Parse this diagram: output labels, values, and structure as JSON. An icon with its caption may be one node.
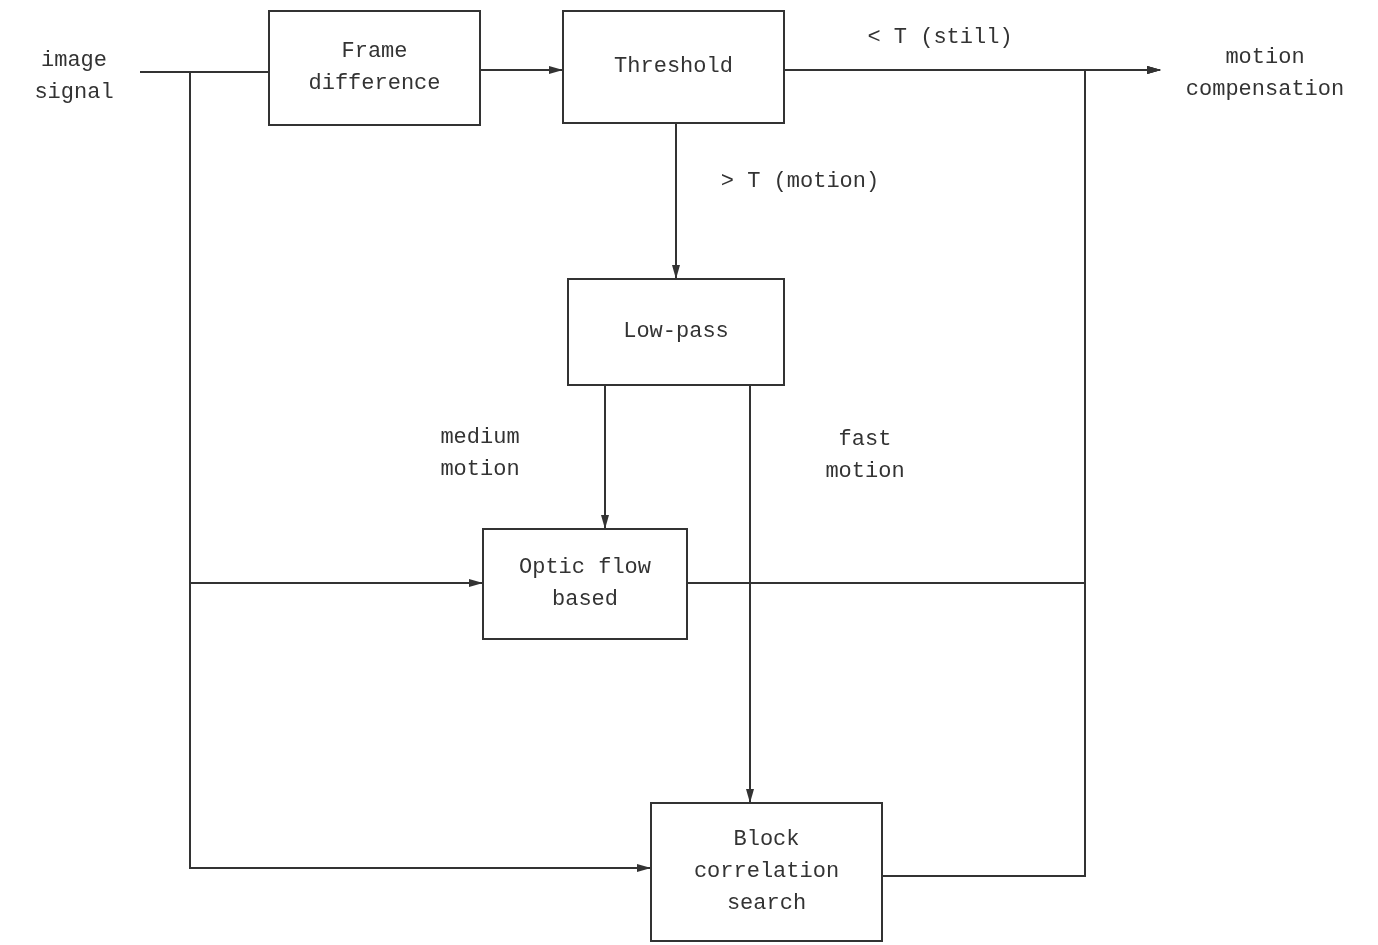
{
  "diagram": {
    "nodes": [
      {
        "text": [
          "image signal"
        ]
      },
      {
        "text": [
          "Frame difference"
        ]
      },
      {
        "text": [
          "Threshold"
        ]
      },
      {
        "text": [
          "motion compensation"
        ]
      },
      {
        "text": [
          "Low-pass"
        ]
      },
      {
        "text": [
          "Optic flow based"
        ]
      },
      {
        "text": [
          "Block correlation search"
        ]
      }
    ],
    "edges": [
      {
        "from": 0,
        "to": 1,
        "arrow": "none"
      },
      {
        "from": 1,
        "to": 2,
        "arrow": "to"
      },
      {
        "from": 2,
        "to": 3,
        "arrow": "to",
        "label": "< T (still)"
      },
      {
        "from": 2,
        "to": 4,
        "arrow": "to",
        "label": "> T (motion)"
      },
      {
        "from": 4,
        "to": 5,
        "arrow": "to",
        "label": "medium motion"
      },
      {
        "from": 4,
        "to": 6,
        "arrow": "to",
        "label": "fast motion"
      },
      {
        "from": 0,
        "to": 5,
        "arrow": "to"
      },
      {
        "from": 0,
        "to": 6,
        "arrow": "to"
      },
      {
        "from": 5,
        "to": 3,
        "arrow": "to"
      },
      {
        "from": 6,
        "to": 3,
        "arrow": "to"
      }
    ]
  }
}
